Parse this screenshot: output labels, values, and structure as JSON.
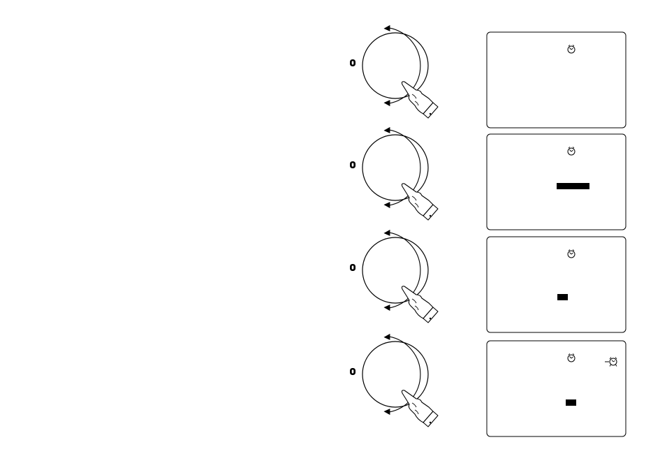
{
  "steps": [
    {
      "panel": {
        "clock_icon": "clock-icon",
        "alarm_icon": null,
        "highlight": null
      }
    },
    {
      "panel": {
        "clock_icon": "clock-icon",
        "alarm_icon": null,
        "highlight": "wide-bar"
      }
    },
    {
      "panel": {
        "clock_icon": "clock-icon",
        "alarm_icon": null,
        "highlight": "small-block"
      }
    },
    {
      "panel": {
        "clock_icon": "clock-icon",
        "alarm_icon": "alarm-clock-icon",
        "highlight": "small-block"
      }
    }
  ],
  "icons": {
    "knob": "rotary-knob-icon",
    "hand": "pressing-hand-icon",
    "button": "select-button-icon"
  },
  "colors": {
    "line": "#000000",
    "background": "#ffffff",
    "highlight": "#000000"
  }
}
